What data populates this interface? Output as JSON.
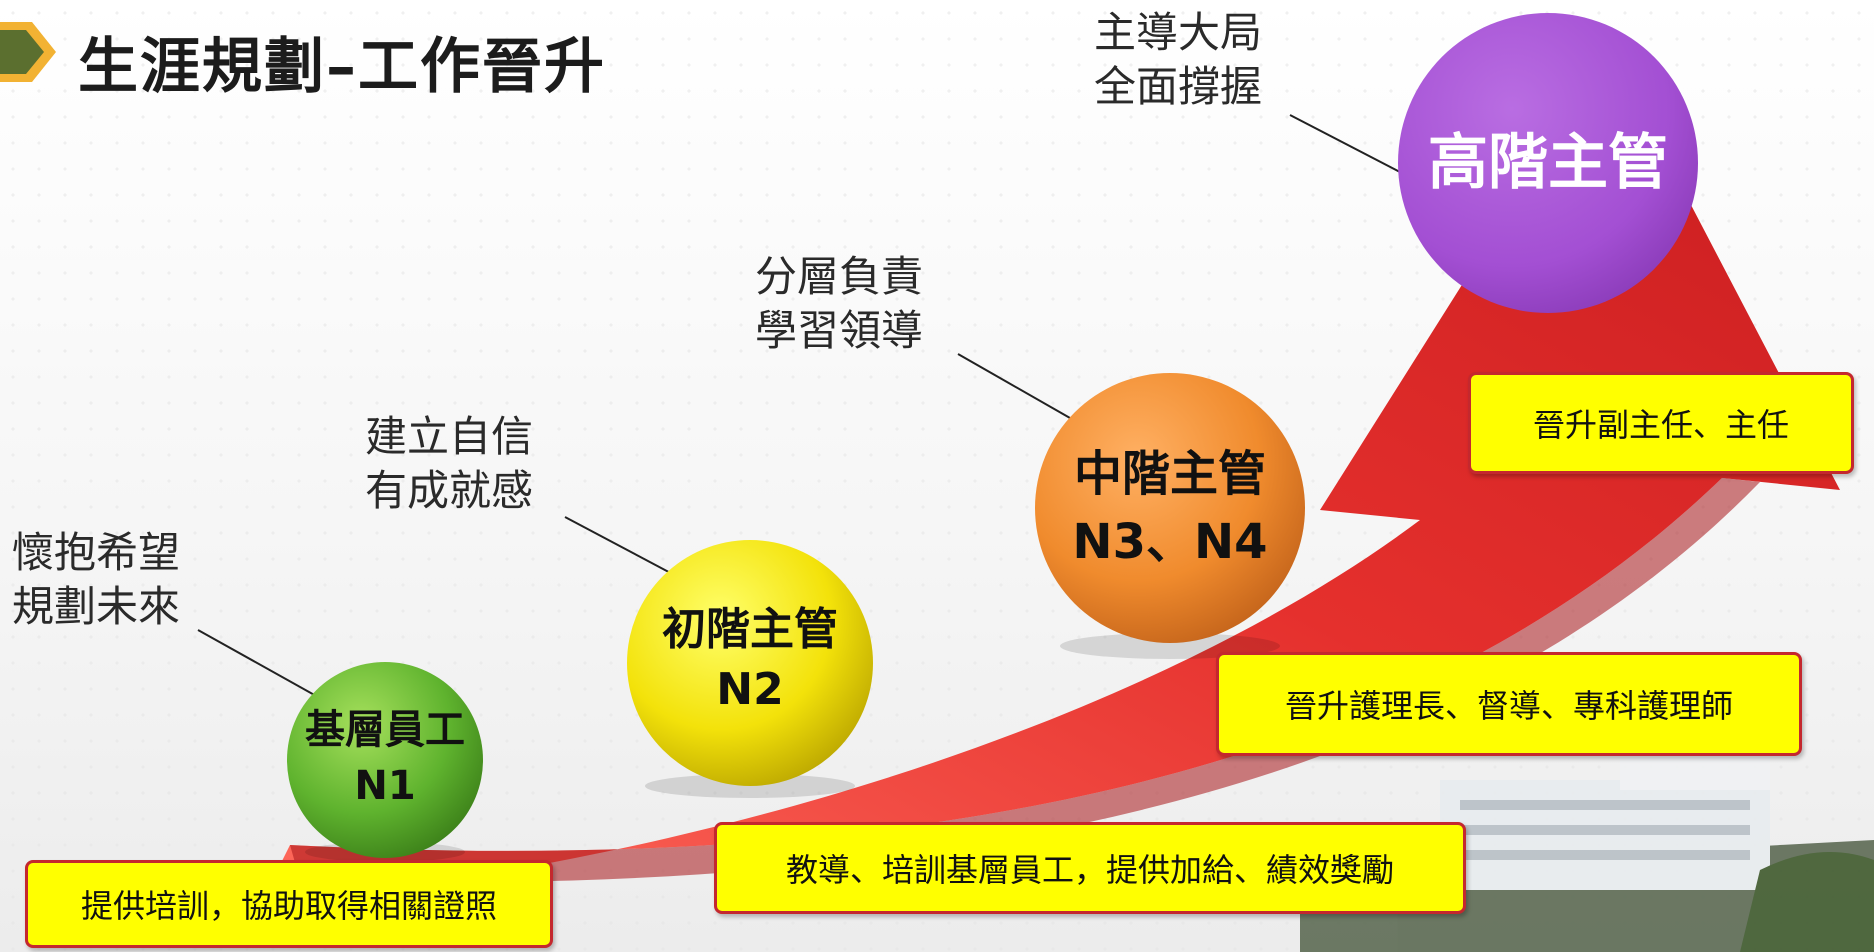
{
  "title": "生涯規劃–工作晉升",
  "levels": [
    {
      "name": "基層員工",
      "code": "N1",
      "motto": [
        "懷抱希望",
        "規劃未來"
      ],
      "benefit": "提供培訓，協助取得相關證照",
      "color": "#5fb32e"
    },
    {
      "name": "初階主管",
      "code": "N2",
      "motto": [
        "建立自信",
        "有成就感"
      ],
      "benefit": "教導、培訓基層員工，提供加給、績效獎勵",
      "color": "#f3e20a"
    },
    {
      "name": "中階主管",
      "code": "N3、N4",
      "motto": [
        "分層負責",
        "學習領導"
      ],
      "benefit": "晉升護理長、督導、專科護理師",
      "color": "#f08b2d"
    },
    {
      "name": "高階主管",
      "code": "",
      "motto": [
        "主導大局",
        "全面撐握"
      ],
      "benefit": "晉升副主任、主任",
      "color": "#a34fd3"
    }
  ],
  "colors": {
    "arrow": "#e5302d",
    "box_fill": "#ffff00",
    "box_border": "#c4282e"
  }
}
